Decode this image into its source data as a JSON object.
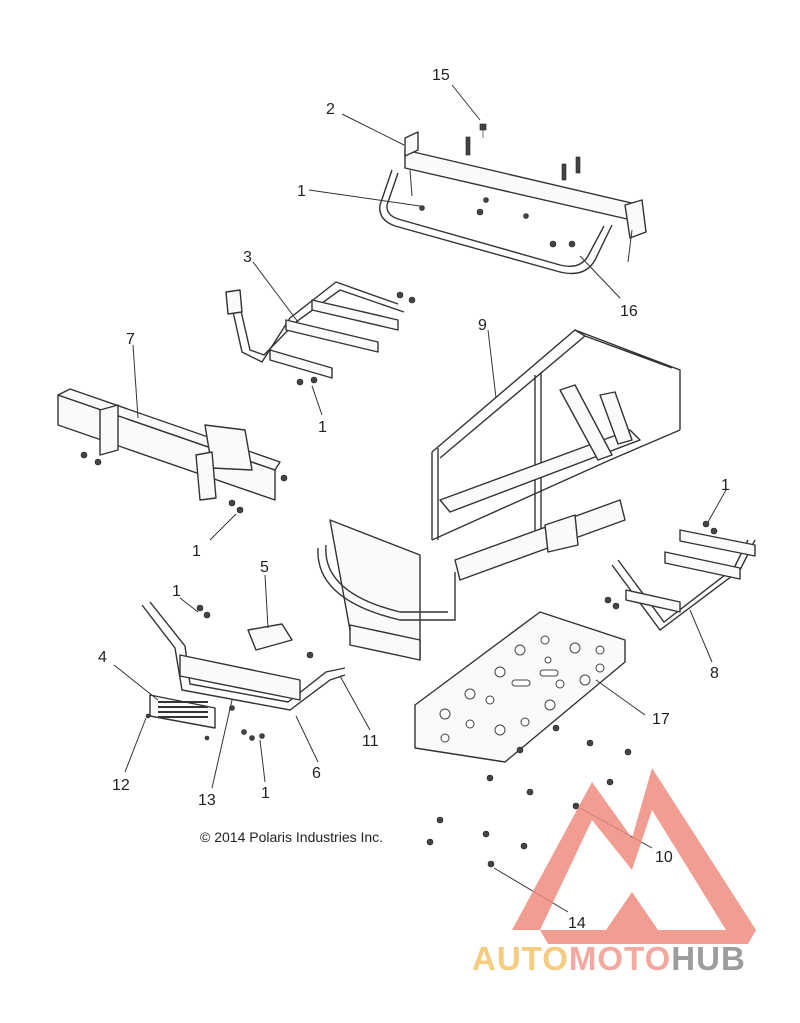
{
  "copyright": "© 2014 Polaris Industries Inc.",
  "watermark": {
    "brand_a": "AUTO",
    "brand_b": "MOTO",
    "brand_c": "HUB",
    "color_a": "#f6c36a",
    "color_b": "#f29a90",
    "color_c": "#8c8c8c",
    "logo_color": "#f08c80"
  },
  "callouts": {
    "c15": "15",
    "c2": "2",
    "c1_top": "1",
    "c16": "16",
    "c3": "3",
    "c1_mid": "1",
    "c9": "9",
    "c7": "7",
    "c1_left": "1",
    "c1_right": "1",
    "c8": "8",
    "c5": "5",
    "c1_bumper": "1",
    "c4": "4",
    "c11": "11",
    "c17": "17",
    "c12": "12",
    "c6": "6",
    "c13": "13",
    "c1_bottom": "1",
    "c10": "10",
    "c14": "14"
  }
}
